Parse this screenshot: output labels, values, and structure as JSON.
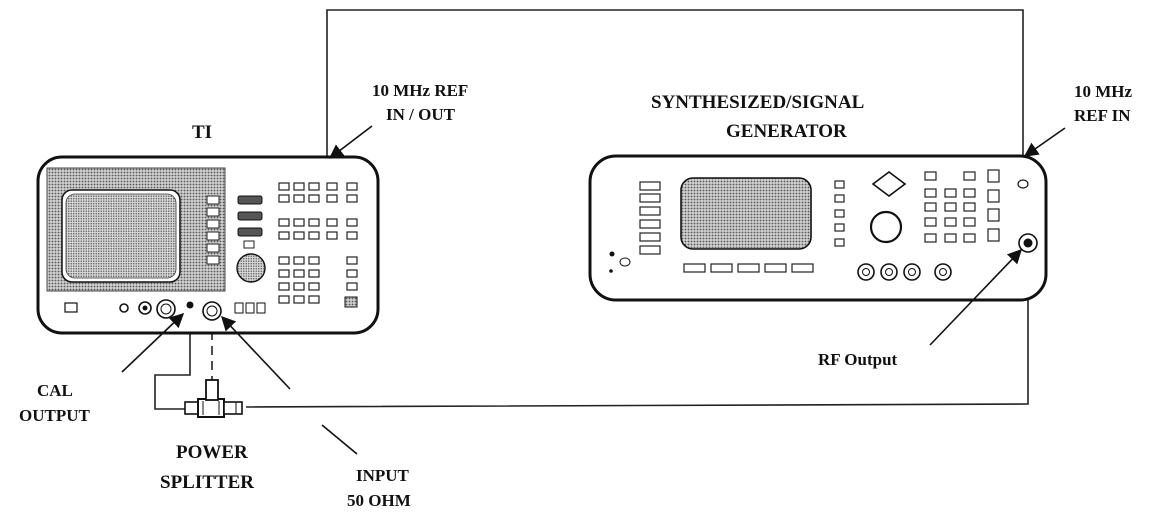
{
  "labels": {
    "ti": "TI",
    "ref_in_out_line1": "10 MHz REF",
    "ref_in_out_line2": "IN / OUT",
    "generator_line1": "SYNTHESIZED/SIGNAL",
    "generator_line2": "GENERATOR",
    "ref_in_line1": "10 MHz",
    "ref_in_line2": "REF IN",
    "cal_output_line1": "CAL",
    "cal_output_line2": "OUTPUT",
    "power_splitter_line1": "POWER",
    "power_splitter_line2": "SPLITTER",
    "rf_output": "RF Output",
    "input_line1": "INPUT",
    "input_line2": "50 OHM"
  },
  "colors": {
    "line": "#111111",
    "screen_fill": "#9a9a9a",
    "background": "#ffffff"
  }
}
